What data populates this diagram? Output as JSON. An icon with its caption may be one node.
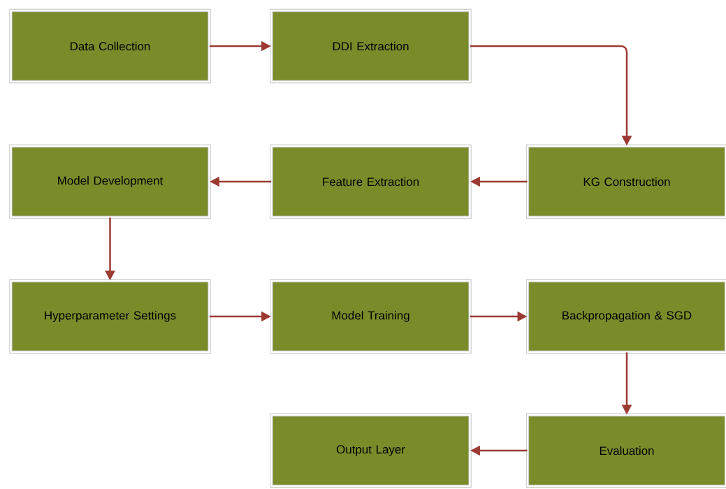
{
  "diagram": {
    "nodes": [
      {
        "text": [
          "Data Collection"
        ]
      },
      {
        "text": [
          "DDI Extraction"
        ]
      },
      {
        "text": [
          "Model Development"
        ]
      },
      {
        "text": [
          "Feature Extraction"
        ]
      },
      {
        "text": [
          "KG Construction"
        ]
      },
      {
        "text": [
          "Hyperparameter Settings"
        ]
      },
      {
        "text": [
          "Model Training"
        ]
      },
      {
        "text": [
          "Backpropagation & SGD"
        ]
      },
      {
        "text": [
          "Output Layer"
        ]
      },
      {
        "text": [
          "Evaluation"
        ]
      }
    ],
    "edges": [
      {
        "from": 0,
        "to": 1,
        "arrow": "to"
      },
      {
        "from": 1,
        "to": 4,
        "arrow": "to"
      },
      {
        "from": 4,
        "to": 3,
        "arrow": "to"
      },
      {
        "from": 3,
        "to": 2,
        "arrow": "to"
      },
      {
        "from": 2,
        "to": 5,
        "arrow": "to"
      },
      {
        "from": 5,
        "to": 6,
        "arrow": "to"
      },
      {
        "from": 6,
        "to": 7,
        "arrow": "to"
      },
      {
        "from": 7,
        "to": 9,
        "arrow": "to"
      },
      {
        "from": 9,
        "to": 8,
        "arrow": "to"
      }
    ]
  }
}
